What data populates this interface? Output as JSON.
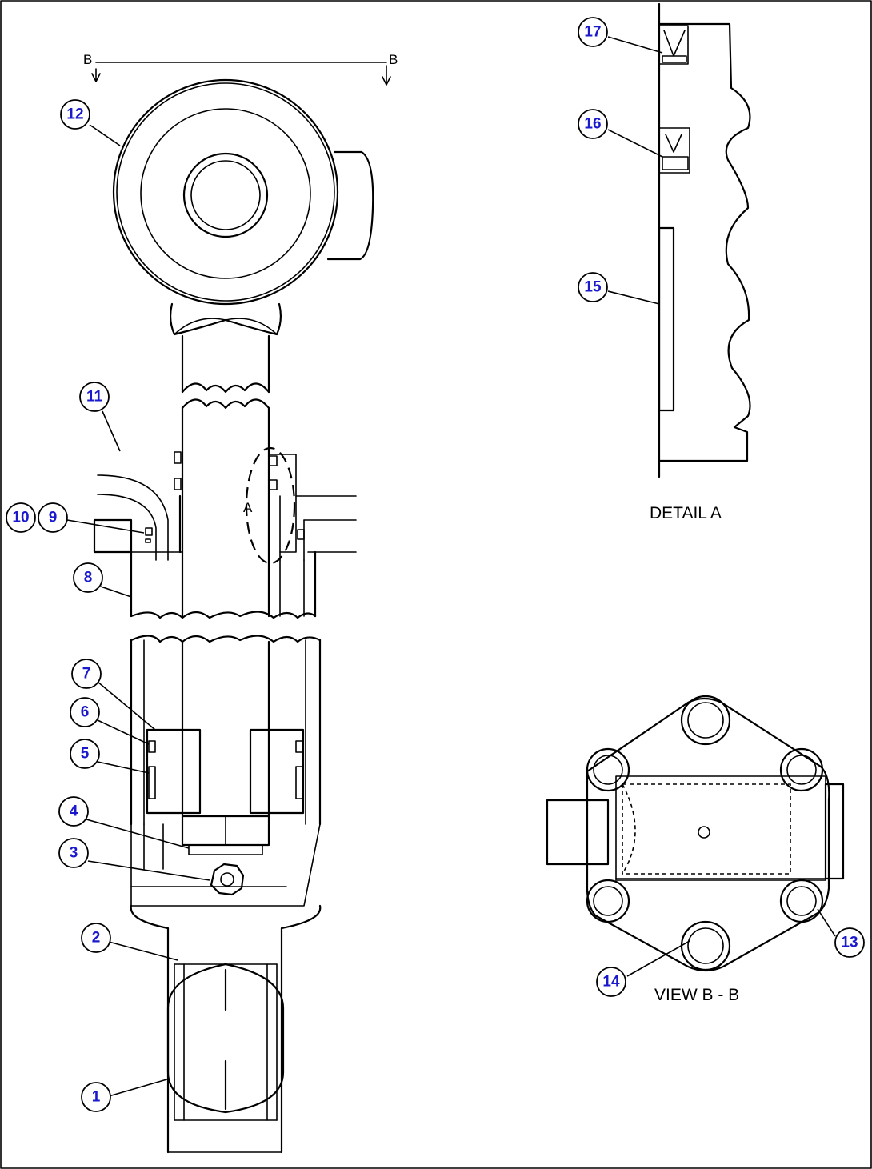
{
  "colors": {
    "line": "#000000",
    "callout_text": "#1a1acc",
    "background": "#ffffff"
  },
  "section_marker": {
    "left": "B",
    "right": "B"
  },
  "detail_marker": "A",
  "captions": {
    "detail_a": "DETAIL  A",
    "view_bb": "VIEW  B - B"
  },
  "callouts": [
    {
      "id": "1",
      "label": "1"
    },
    {
      "id": "2",
      "label": "2"
    },
    {
      "id": "3",
      "label": "3"
    },
    {
      "id": "4",
      "label": "4"
    },
    {
      "id": "5",
      "label": "5"
    },
    {
      "id": "6",
      "label": "6"
    },
    {
      "id": "7",
      "label": "7"
    },
    {
      "id": "8",
      "label": "8"
    },
    {
      "id": "9",
      "label": "9"
    },
    {
      "id": "10",
      "label": "10"
    },
    {
      "id": "11",
      "label": "11"
    },
    {
      "id": "12",
      "label": "12"
    },
    {
      "id": "13",
      "label": "13"
    },
    {
      "id": "14",
      "label": "14"
    },
    {
      "id": "15",
      "label": "15"
    },
    {
      "id": "16",
      "label": "16"
    },
    {
      "id": "17",
      "label": "17"
    }
  ]
}
